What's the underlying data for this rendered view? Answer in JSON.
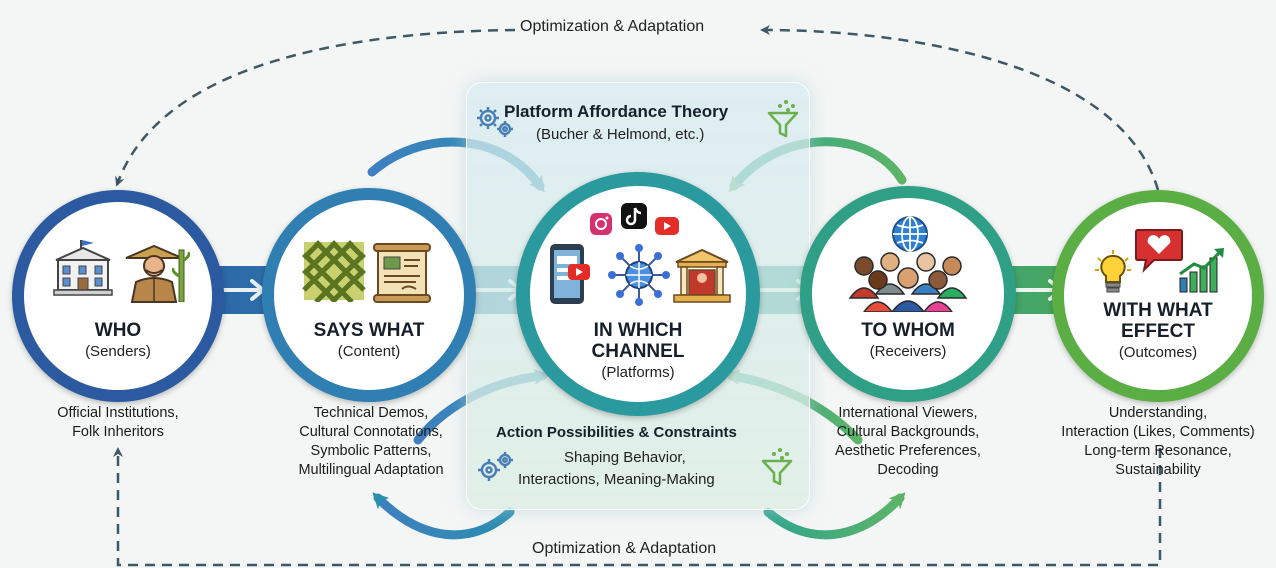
{
  "loop_top_label": "Optimization & Adaptation",
  "loop_bottom_label": "Optimization & Adaptation",
  "platform_box": {
    "title": "Platform Affordance Theory",
    "subtitle": "(Bucher & Helmond, etc.)",
    "lower_title": "Action Possibilities & Constraints",
    "lower_lines": [
      "Shaping Behavior,",
      "Interactions, Meaning-Making"
    ]
  },
  "nodes": [
    {
      "title_lines": [
        "WHO"
      ],
      "subtitle": "(Senders)",
      "description": [
        "Official Institutions,",
        "Folk Inheritors"
      ],
      "icons": [
        "government-building-icon",
        "folk-artisan-icon",
        "bamboo-icon"
      ]
    },
    {
      "title_lines": [
        "SAYS WHAT"
      ],
      "subtitle": "(Content)",
      "description": [
        "Technical Demos,",
        "Cultural Connotations,",
        "Symbolic Patterns,",
        "Multilingual Adaptation"
      ],
      "icons": [
        "woven-pattern-icon",
        "scroll-icon"
      ]
    },
    {
      "title_lines": [
        "IN WHICH",
        "CHANNEL"
      ],
      "subtitle": "(Platforms)",
      "description": [],
      "icons": [
        "instagram-icon",
        "tiktok-icon",
        "youtube-icon",
        "smartphone-icon",
        "network-globe-icon",
        "museum-icon"
      ]
    },
    {
      "title_lines": [
        "TO WHOM"
      ],
      "subtitle": "(Receivers)",
      "description": [
        "International Viewers,",
        "Cultural Backgrounds,",
        "Aesthetic Preferences,",
        "Decoding"
      ],
      "icons": [
        "globe-icon",
        "audience-group-icon"
      ]
    },
    {
      "title_lines": [
        "WITH WHAT",
        "EFFECT"
      ],
      "subtitle": "(Outcomes)",
      "description": [
        "Understanding,",
        "Interaction (Likes, Comments)",
        "Long-term Resonance,",
        "Sustainability"
      ],
      "icons": [
        "lightbulb-icon",
        "heart-message-icon",
        "growth-chart-icon"
      ]
    }
  ],
  "colors": {
    "who": "#2b5aa0",
    "says_what": "#2f7fb3",
    "channel": "#2a9a9e",
    "to_whom": "#2f9f86",
    "effect": "#5aae44",
    "dashed": "#3e5866"
  }
}
